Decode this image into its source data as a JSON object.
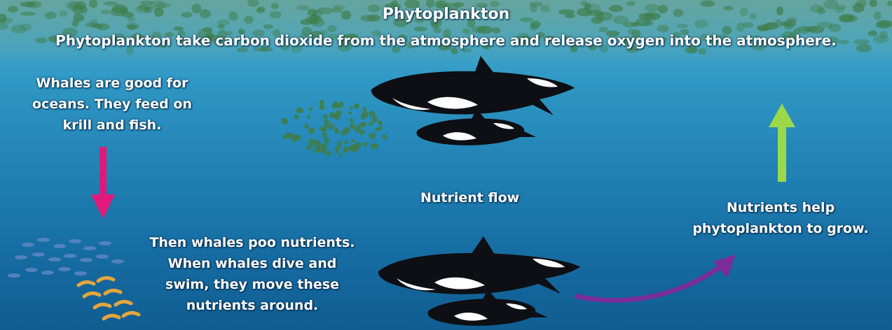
{
  "title": "Phytoplankton",
  "subtitle": "Phytoplankton take carbon dioxide from the atmosphere and release oxygen into the atmosphere.",
  "labels": {
    "whales_good": "Whales are good for oceans. They feed on krill and fish.",
    "nutrient_flow": "Nutrient flow",
    "nutrients_help": "Nutrients help phytoplankton to grow.",
    "then_whales": "Then whales poo nutrients. When whales dive and swim, they move these nutrients around."
  },
  "colors": {
    "arrow_down": "#e0197d",
    "arrow_up": "#9bd94a",
    "arrow_curve": "#7a2d98",
    "water_top": "#4fb6d8",
    "water_bottom": "#105d91",
    "whale_body": "#0d0f14",
    "whale_patch": "#ffffff",
    "plankton": "#3f7d4a"
  },
  "icons": [
    "orca-adult",
    "orca-calf",
    "phytoplankton-cluster",
    "fish-school",
    "krill"
  ]
}
